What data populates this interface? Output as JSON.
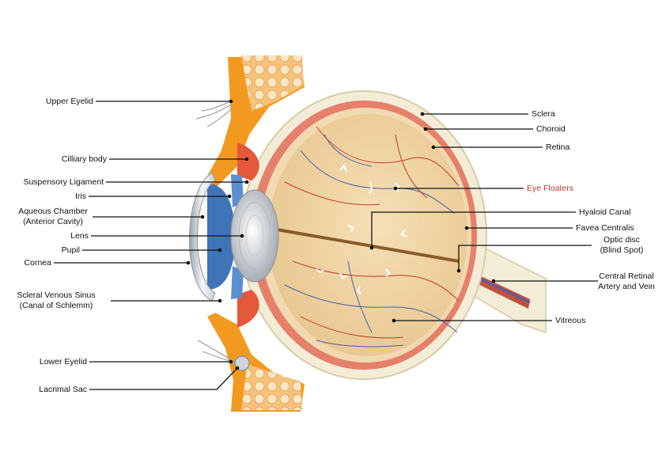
{
  "colors": {
    "sclera": "#f3ecd6",
    "choroid": "#e5806a",
    "retina": "#f1d9b0",
    "vitreous": "#f0d6a8",
    "eyelid": "#f29a1f",
    "iris": "#3f74b8",
    "leader": "#111111",
    "highlight_label": "#c0392b"
  },
  "labels": {
    "upper_eyelid": "Upper Eyelid",
    "cilliary_body": "Cilliary body",
    "suspensory_ligament": "Suspensory Ligament",
    "iris": "Iris",
    "aqueous_chamber_1": "Aqueous Chamber",
    "aqueous_chamber_2": "(Anterior Cavity)",
    "lens": "Lens",
    "pupil": "Pupil",
    "cornea": "Cornea",
    "scleral_sinus_1": "Scleral Venous Sinus",
    "scleral_sinus_2": "(Canal of Schlemm)",
    "lower_eyelid": "Lower Eyelid",
    "lacrimal_sac": "Lacrimal Sac",
    "sclera": "Sclera",
    "choroid": "Choroid",
    "retina": "Retina",
    "eye_floaters": "Eye Floaters",
    "hyaloid_canal": "Hyaloid Canal",
    "favea_centralis": "Favea Centralis",
    "optic_disc_1": "Optic disc",
    "optic_disc_2": "(Blind Spot)",
    "central_retinal_1": "Central Retinal",
    "central_retinal_2": "Artery and Vein",
    "vitreous": "Vitreous"
  }
}
